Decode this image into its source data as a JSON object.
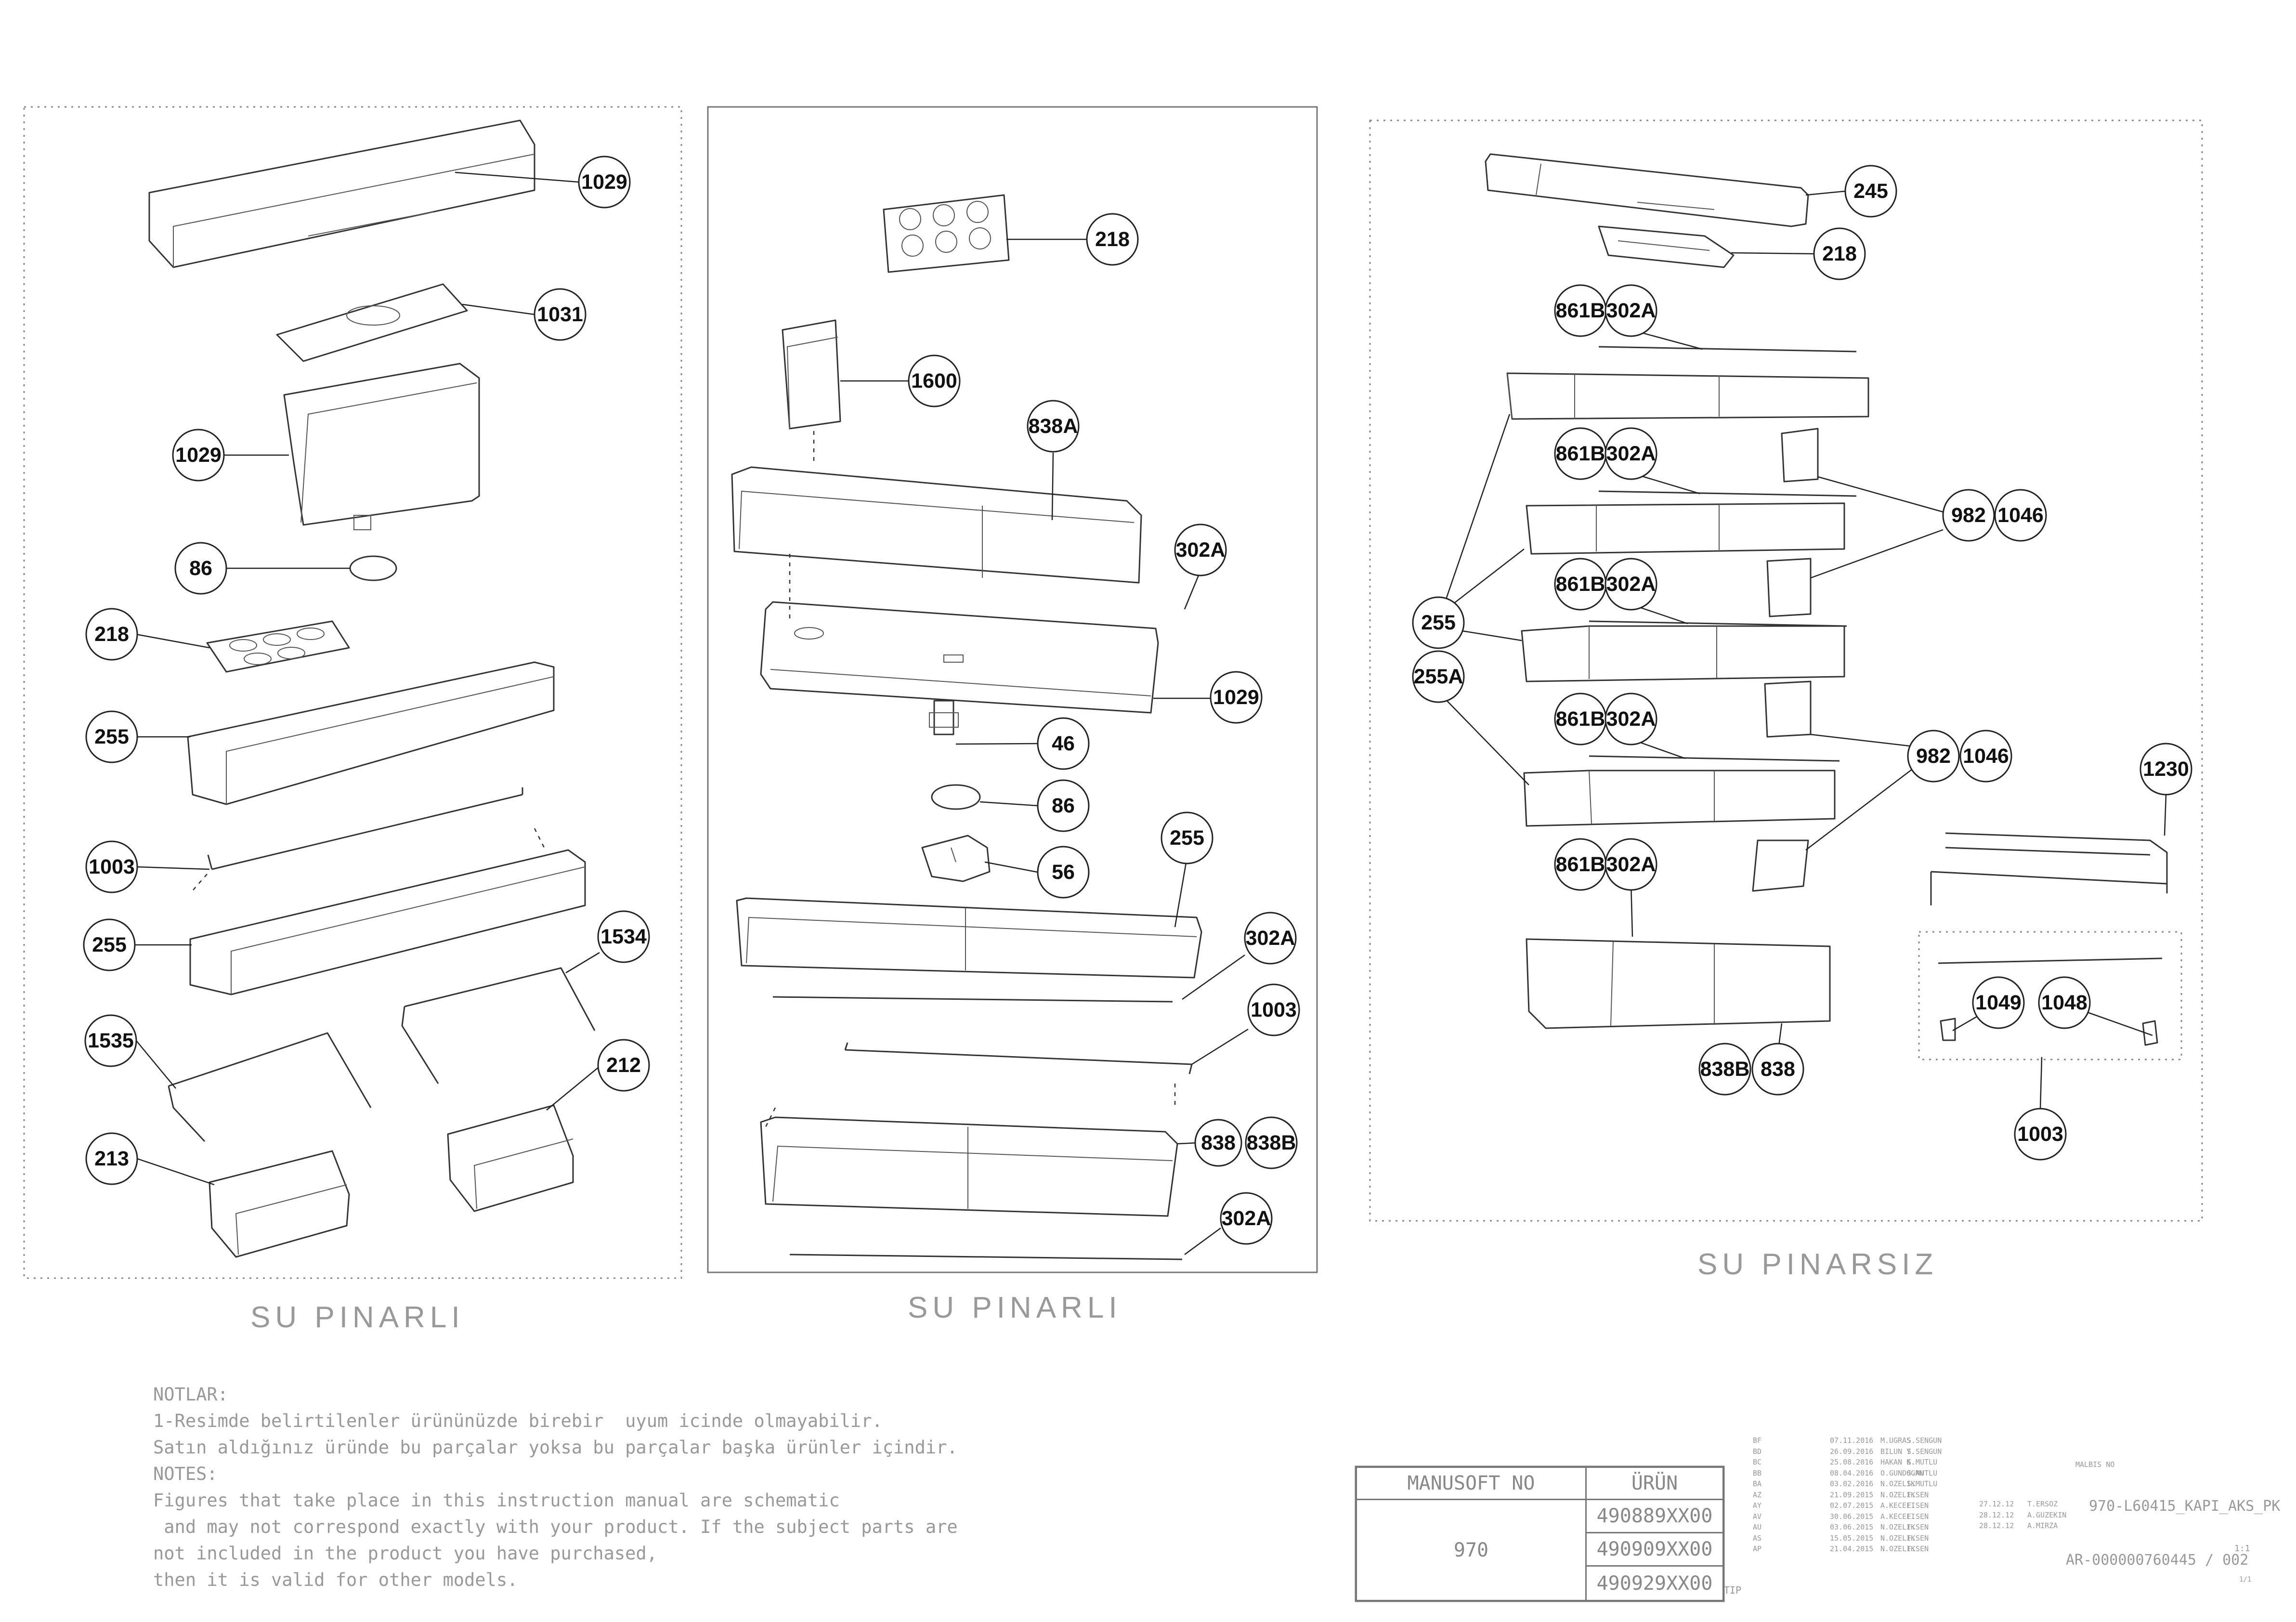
{
  "sections": [
    {
      "title": "SU PINARLI"
    },
    {
      "title": "SU PINARLI"
    },
    {
      "title": "SU PINARSIZ"
    }
  ],
  "callouts": {
    "left": [
      "1029",
      "1031",
      "1029",
      "86",
      "218",
      "255",
      "1003",
      "255",
      "1534",
      "1535",
      "212",
      "213"
    ],
    "middle": [
      "218",
      "1600",
      "838A",
      "302A",
      "1029",
      "46",
      "86",
      "56",
      "255",
      "302A",
      "1003",
      "838",
      "838B",
      "302A"
    ],
    "right": [
      "245",
      "218",
      "861B",
      "302A",
      "861B",
      "302A",
      "982",
      "1046",
      "255",
      "861B",
      "302A",
      "255A",
      "861B",
      "302A",
      "982",
      "1046",
      "1230",
      "861B",
      "302A",
      "1049",
      "1048",
      "838B",
      "838",
      "1003"
    ]
  },
  "notes": [
    "NOTLAR:",
    "1-Resimde belirtilenler ürününüzde birebir  uyum icinde olmayabilir.",
    "Satın aldığınız üründe bu parçalar yoksa bu parçalar başka ürünler içindir.",
    "NOTES:",
    "Figures that take place in this instruction manual are schematic",
    " and may not correspond exactly with your product. If the subject parts are",
    "not included in the product you have purchased,",
    "then it is valid for other models."
  ],
  "title_block": {
    "manusoft_label": "MANUSOFT NO",
    "urun_label": "ÜRÜN",
    "manusoft_value": "970",
    "products": [
      "490889XX00",
      "490909XX00",
      "490929XX00"
    ],
    "tip_label": "TIP"
  },
  "revisions": [
    {
      "code": "BF",
      "date": "07.11.2016",
      "by": "M.UGRAS",
      "chk": "S.SENGUN"
    },
    {
      "code": "BD",
      "date": "26.09.2016",
      "by": "BILUN Y.",
      "chk": "S.SENGUN"
    },
    {
      "code": "BC",
      "date": "25.08.2016",
      "by": "HAKAN K.",
      "chk": "S.MUTLU"
    },
    {
      "code": "BB",
      "date": "08.04.2016",
      "by": "O.GUNDOGAN",
      "chk": "S.MUTLU"
    },
    {
      "code": "BA",
      "date": "03.02.2016",
      "by": "N.OZELIK",
      "chk": "S.MUTLU"
    },
    {
      "code": "AZ",
      "date": "21.09.2015",
      "by": "N.OZELIK",
      "chk": "F.SEN"
    },
    {
      "code": "AY",
      "date": "02.07.2015",
      "by": "A.KECELI",
      "chk": "F.SEN"
    },
    {
      "code": "AV",
      "date": "30.06.2015",
      "by": "A.KECELI",
      "chk": "F.SEN"
    },
    {
      "code": "AU",
      "date": "03.06.2015",
      "by": "N.OZELIK",
      "chk": "F.SEN"
    },
    {
      "code": "AS",
      "date": "15.05.2015",
      "by": "N.OZELIK",
      "chk": "F.SEN"
    },
    {
      "code": "AP",
      "date": "21.04.2015",
      "by": "N.OZELIK",
      "chk": "F.SEN"
    }
  ],
  "approvals": [
    {
      "date": "27.12.12",
      "name": "T.ERSOZ"
    },
    {
      "date": "28.12.12",
      "name": "A.GUZEKIN"
    },
    {
      "date": "28.12.12",
      "name": "A.MIRZA"
    }
  ],
  "malbis_label": "MALBIS NO",
  "drawing_title": "970-L60415_KAPI_AKS_PK",
  "drawing_number": "AR-000000760445 / 002",
  "sheet_scale": "1:1",
  "sheet_count": "1/1"
}
